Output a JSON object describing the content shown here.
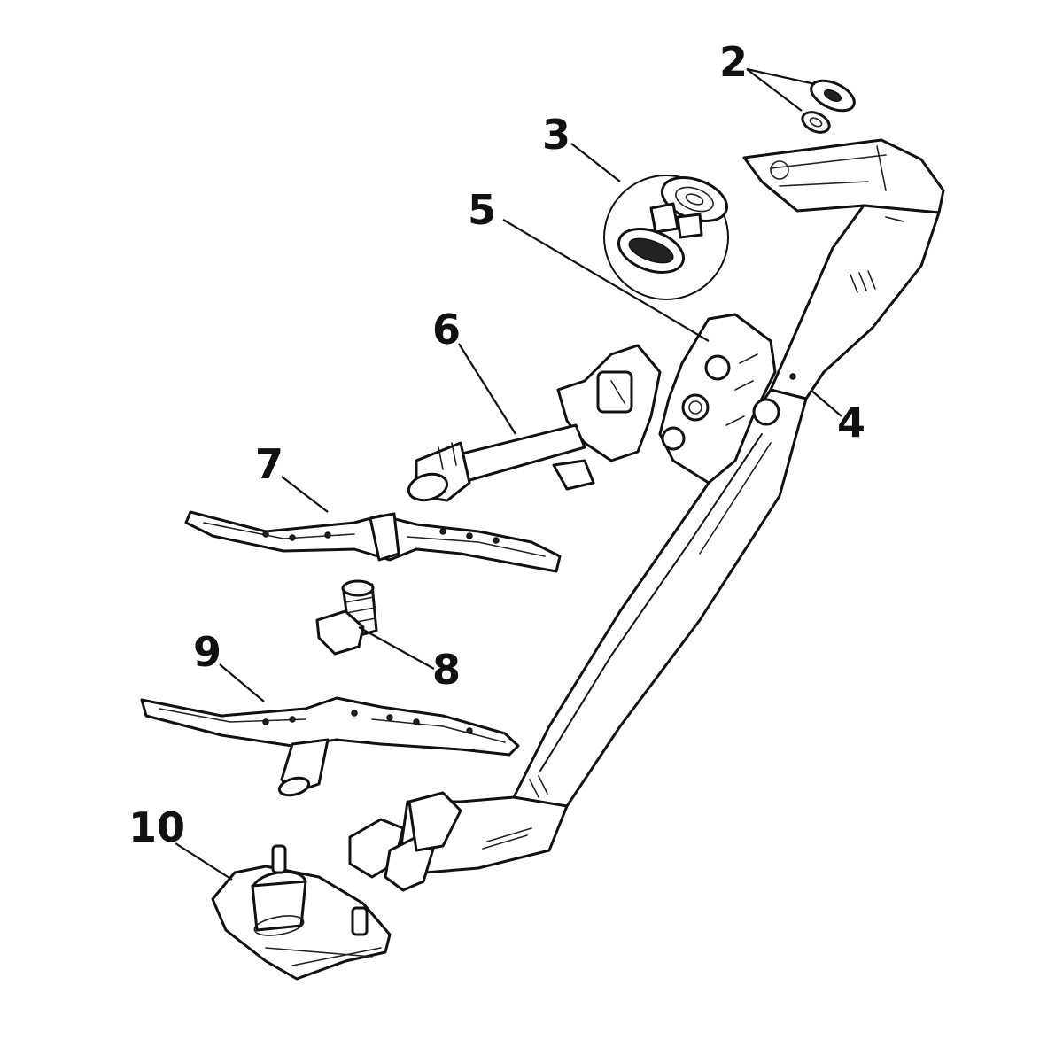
{
  "callouts": [
    {
      "id": "2",
      "label": "2"
    },
    {
      "id": "3",
      "label": "3"
    },
    {
      "id": "4",
      "label": "4"
    },
    {
      "id": "5",
      "label": "5"
    },
    {
      "id": "6",
      "label": "6"
    },
    {
      "id": "7",
      "label": "7"
    },
    {
      "id": "8",
      "label": "8"
    },
    {
      "id": "9",
      "label": "9"
    },
    {
      "id": "10",
      "label": "10"
    }
  ],
  "colors": {
    "line": "#111111",
    "background": "#ffffff"
  }
}
